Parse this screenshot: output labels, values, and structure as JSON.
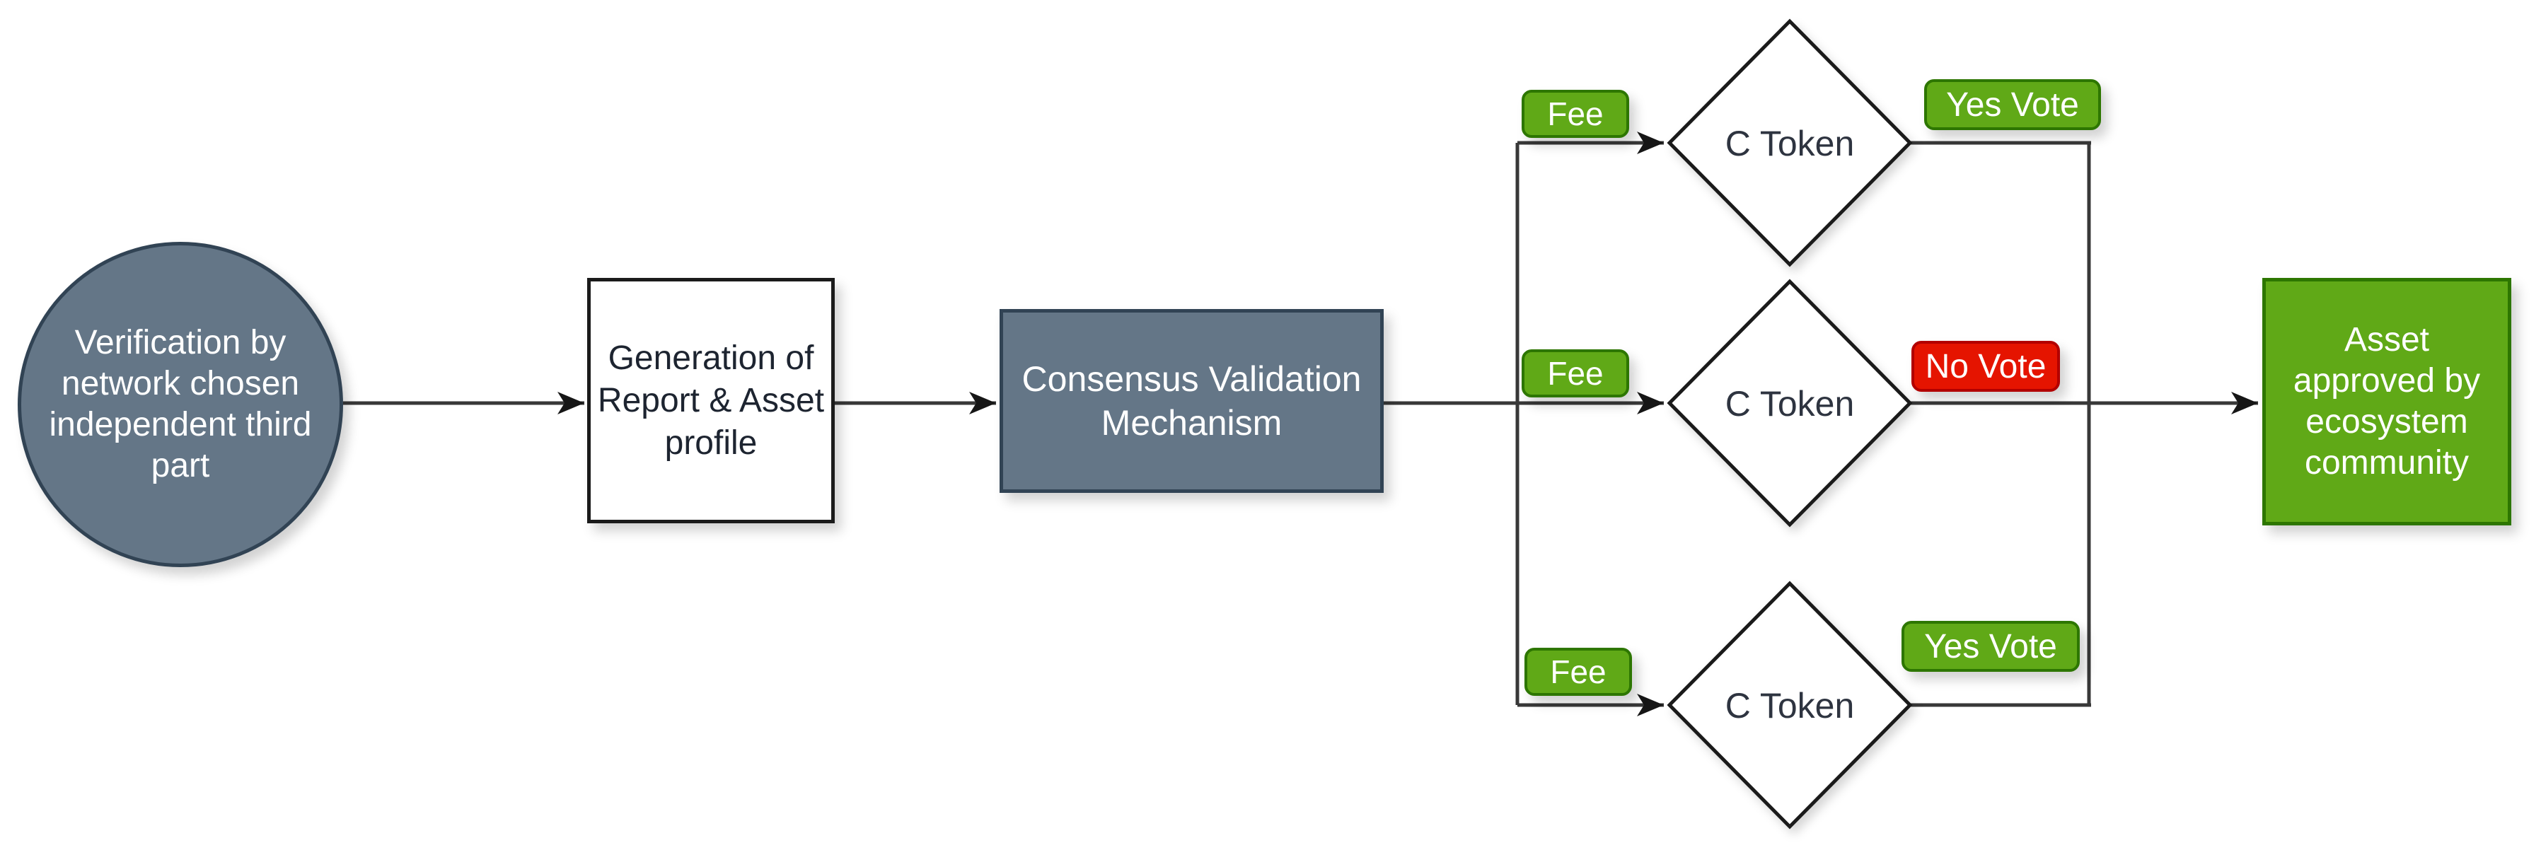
{
  "colors": {
    "slate_fill": "#647687",
    "slate_border": "#314354",
    "green_fill": "#60a917",
    "green_border": "#2d7600",
    "red_fill": "#e51400",
    "red_border": "#b20000",
    "line": "#383838",
    "arrow": "#161616",
    "shape_border": "#1a1a1a",
    "text_dark": "#2e3440",
    "text_light": "#ffffff"
  },
  "nodes": {
    "start_circle": {
      "label": "Verification by network chosen independent third part",
      "shape": "circle"
    },
    "report_box": {
      "label": "Generation of Report & Asset profile",
      "shape": "rectangle"
    },
    "consensus_box": {
      "label": "Consensus Validation Mechanism",
      "shape": "rectangle"
    },
    "token_top": {
      "label": "C Token",
      "shape": "diamond"
    },
    "token_middle": {
      "label": "C Token",
      "shape": "diamond"
    },
    "token_bottom": {
      "label": "C Token",
      "shape": "diamond"
    },
    "asset_box": {
      "label": "Asset approved by ecosystem community",
      "shape": "rectangle"
    }
  },
  "edges": [
    {
      "from": "start_circle",
      "to": "report_box",
      "label": ""
    },
    {
      "from": "report_box",
      "to": "consensus_box",
      "label": ""
    },
    {
      "from": "consensus_box",
      "to": "token_top",
      "label": "Fee"
    },
    {
      "from": "consensus_box",
      "to": "token_middle",
      "label": "Fee"
    },
    {
      "from": "consensus_box",
      "to": "token_bottom",
      "label": "Fee"
    },
    {
      "from": "token_top",
      "to": "asset_box",
      "label": "Yes Vote"
    },
    {
      "from": "token_middle",
      "to": "asset_box",
      "label": "No Vote"
    },
    {
      "from": "token_bottom",
      "to": "asset_box",
      "label": "Yes Vote"
    }
  ]
}
